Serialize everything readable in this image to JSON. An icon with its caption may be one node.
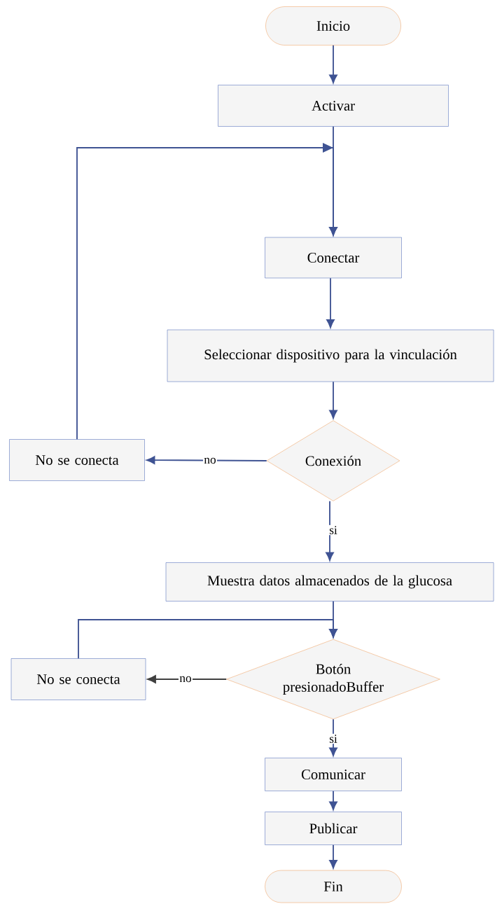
{
  "diagram": {
    "nodes": [
      {
        "text": [
          "Inicio"
        ]
      },
      {
        "text": [
          "Activar"
        ]
      },
      {
        "text": [
          "Conectar"
        ]
      },
      {
        "text": [
          "Seleccionar dispositivo para la vinculación"
        ]
      },
      {
        "text": [
          "Conexión"
        ]
      },
      {
        "text": [
          "No se conecta"
        ]
      },
      {
        "text": [
          "Muestra datos almacenados de la glucosa"
        ]
      },
      {
        "text": [
          "Botón presionadoBuffer"
        ]
      },
      {
        "text": [
          "No se conecta"
        ]
      },
      {
        "text": [
          "Comunicar"
        ]
      },
      {
        "text": [
          "Publicar"
        ]
      },
      {
        "text": [
          "Fin"
        ]
      }
    ],
    "edges": [
      {
        "from": 0,
        "to": 1,
        "arrow": "to"
      },
      {
        "from": 1,
        "to": 2,
        "arrow": "to"
      },
      {
        "from": 2,
        "to": 3,
        "arrow": "to"
      },
      {
        "from": 3,
        "to": 4,
        "arrow": "to"
      },
      {
        "from": 4,
        "to": 5,
        "arrow": "to",
        "label": "no"
      },
      {
        "from": 5,
        "to": 2,
        "arrow": "to"
      },
      {
        "from": 4,
        "to": 6,
        "arrow": "to",
        "label": "si"
      },
      {
        "from": 6,
        "to": 7,
        "arrow": "to"
      },
      {
        "from": 7,
        "to": 8,
        "arrow": "to",
        "label": "no",
        "color": "#404040"
      },
      {
        "from": 8,
        "to": 7,
        "arrow": "to"
      },
      {
        "from": 7,
        "to": 9,
        "arrow": "to",
        "label": "si"
      },
      {
        "from": 9,
        "to": 10,
        "arrow": "to"
      },
      {
        "from": 10,
        "to": 11,
        "arrow": "to"
      }
    ]
  }
}
